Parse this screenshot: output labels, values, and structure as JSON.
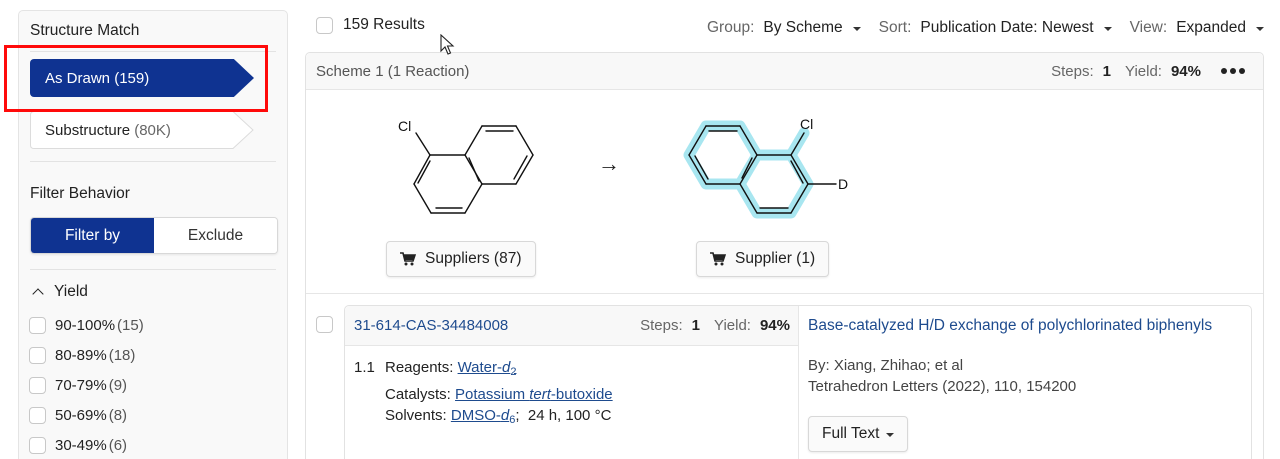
{
  "sidebar": {
    "structure_match": {
      "title": "Structure Match",
      "options": [
        {
          "label": "As Drawn",
          "count": "(159)",
          "active": true
        },
        {
          "label": "Substructure",
          "count": "(80K)",
          "active": false
        }
      ]
    },
    "filter_behavior": {
      "title": "Filter Behavior",
      "options": [
        {
          "label": "Filter by",
          "active": true
        },
        {
          "label": "Exclude",
          "active": false
        }
      ]
    },
    "yield": {
      "title": "Yield",
      "expanded": true,
      "items": [
        {
          "label": "90-100%",
          "count": "(15)",
          "checked": false
        },
        {
          "label": "80-89%",
          "count": "(18)",
          "checked": false
        },
        {
          "label": "70-79%",
          "count": "(9)",
          "checked": false
        },
        {
          "label": "50-69%",
          "count": "(8)",
          "checked": false
        },
        {
          "label": "30-49%",
          "count": "(6)",
          "checked": false
        }
      ]
    }
  },
  "toolbar": {
    "results_label": "159 Results",
    "group": {
      "label": "Group:",
      "value": "By Scheme"
    },
    "sort": {
      "label": "Sort:",
      "value": "Publication Date: Newest"
    },
    "view": {
      "label": "View:",
      "value": "Expanded"
    }
  },
  "scheme": {
    "title": "Scheme 1  (1 Reaction)",
    "steps_label": "Steps:",
    "steps_value": "1",
    "yield_label": "Yield:",
    "yield_value": "94%",
    "reactant": {
      "atom_labels": [
        "Cl"
      ],
      "supplier_button": "Suppliers (87)"
    },
    "product": {
      "atom_labels": [
        "Cl",
        "D"
      ],
      "supplier_button": "Supplier (1)"
    },
    "highlight_color": "#a8e6f0",
    "arrow": "→"
  },
  "reaction": {
    "id": "31-614-CAS-34484008",
    "steps_label": "Steps:",
    "steps_value": "1",
    "yield_label": "Yield:",
    "yield_value": "94%",
    "step_number": "1.1",
    "reagents_label": "Reagents:",
    "reagent_name": "Water-",
    "reagent_italic": "d",
    "reagent_sub": "2",
    "catalysts_label": "Catalysts:",
    "catalyst_pre": "Potassium ",
    "catalyst_italic": "tert",
    "catalyst_post": "-butoxide",
    "solvents_label": "Solvents:",
    "solvent_name": "DMSO-",
    "solvent_italic": "d",
    "solvent_sub": "6",
    "conditions": ";  24 h, 100 °C"
  },
  "reference": {
    "title": "Base-catalyzed H/D exchange of polychlorinated biphenyls",
    "authors": "By: Xiang, Zhihao; et al",
    "source": "Tetrahedron Letters (2022), 110, 154200",
    "full_text_button": "Full Text"
  },
  "colors": {
    "primary": "#0f3391",
    "link": "#1e4b8e",
    "highlight_box": "#ff0a0a"
  }
}
